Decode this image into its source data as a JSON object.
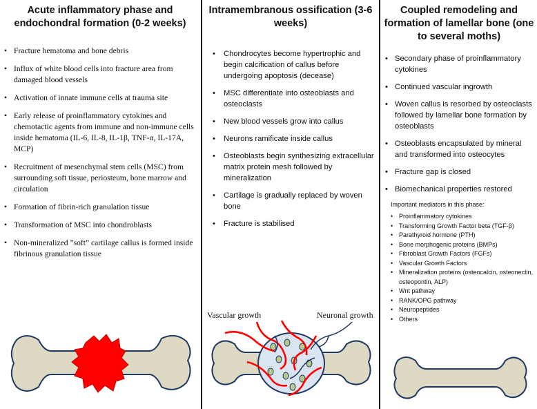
{
  "col1": {
    "title": "Acute inflammatory phase and endochondral formation (0-2 weeks)",
    "items": [
      "Fracture hematoma  and bone debris",
      "Influx of white blood cells into fracture area from damaged blood vessels",
      "Activation  of innate  immune cells  at trauma site",
      "Early release of proinflammatory cytokines and chemotactic agents from immune  and non-immune cells inside hematoma (IL-6, IL-8, IL-1β, TNF-α, IL-17A, MCP)",
      "Recruitment  of mesenchymal stem cells (MSC) from surrounding soft tissue, periosteum, bone marrow and circulation",
      "Formation  of fibrin-rich  granulation  tissue",
      "Transformation  of MSC into chondroblasts",
      "Non-mineralized  ”soft”  cartilage  callus  is formed inside fibrinous granulation tissue"
    ]
  },
  "col2": {
    "title": "Intramembranous ossification (3-6 weeks)",
    "items": [
      "Chondrocytes   become hypertrophic and begin calcification of callus before undergoing apoptosis (decease)",
      "MSC differentiate into osteoblasts and osteoclasts",
      "New blood vessels grow into callus",
      "Neurons ramificate inside callus",
      "Osteoblasts begin synthesizing extracellular matrix protein mesh followed by mineralization",
      "Cartilage is gradually replaced by woven bone",
      "Fracture is stabilised"
    ],
    "label_vascular": "Vascular growth",
    "label_neuronal": "Neuronal growth"
  },
  "col3": {
    "title": "Coupled remodeling and formation of lamellar bone (one to several moths)",
    "items": [
      "Secondary phase of proinflammatory cytokines",
      "Continued vascular ingrowth",
      "Woven callus is resorbed by osteoclasts followed by lamellar bone formation by osteoblasts",
      "Osteoblasts encapsulated by mineral and transformed into osteocytes",
      "Fracture gap is closed",
      "Biomechanical properties restored"
    ],
    "mediators_title": "Important mediators in this phase:",
    "mediators": [
      "Proinflammatory cytokines",
      "Transforming Growth Factor beta (TGF-β)",
      "Parathyroid hormone (PTH)",
      "Bone morphogenic proteins (BMPs)",
      "Fibroblast Growth Factors (FGFs)",
      "Vascular Growth Factors",
      "Mineralization proteins (osteocalcin, osteonectin, osteopontin, ALP)",
      "Wnt pathway",
      "RANK/OPG pathway",
      "Neuropeptides",
      "Others"
    ]
  },
  "colors": {
    "bone_fill": "#ddd9c3",
    "bone_stroke": "#1f3864",
    "hematoma": "#ff0000",
    "callus": "#dbe5f1",
    "cell": "#b8c98a"
  }
}
